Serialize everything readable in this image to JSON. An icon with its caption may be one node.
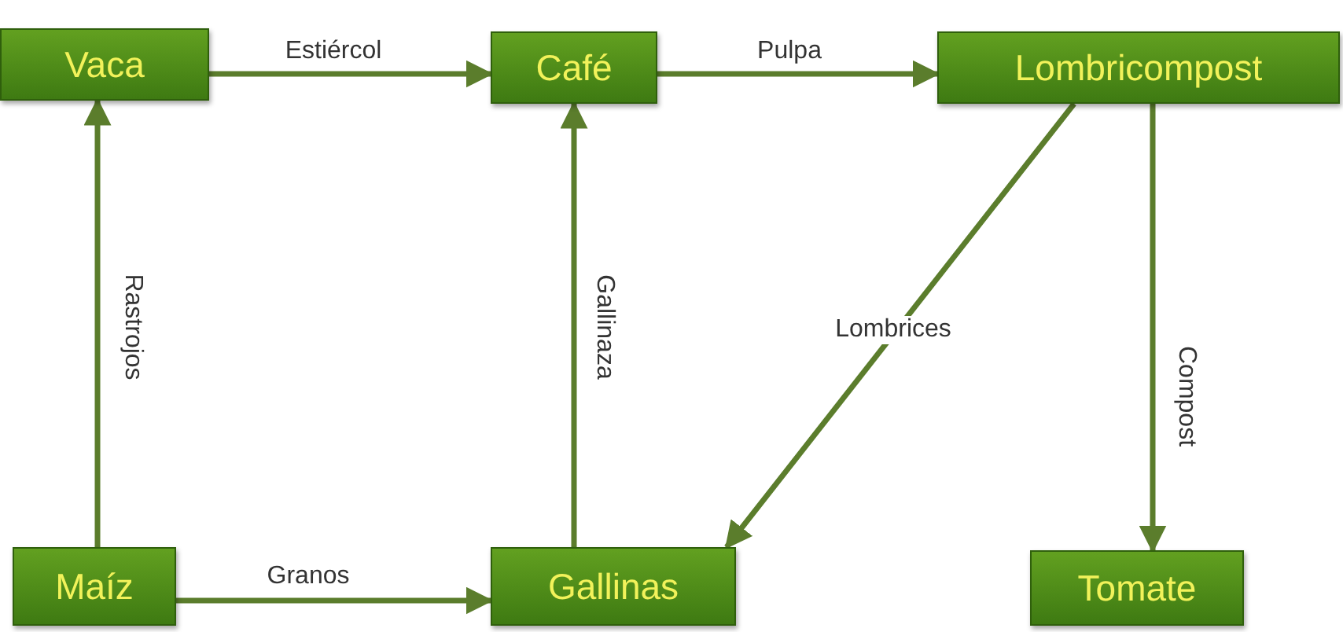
{
  "diagram": {
    "nodes": [
      {
        "text": [
          "Vaca"
        ]
      },
      {
        "text": [
          "Café"
        ]
      },
      {
        "text": [
          "Lombricompost"
        ]
      },
      {
        "text": [
          "Maíz"
        ]
      },
      {
        "text": [
          "Gallinas"
        ]
      },
      {
        "text": [
          "Tomate"
        ]
      }
    ],
    "edges": [
      {
        "from": 0,
        "to": 1,
        "arrow": "to",
        "label": "Estiércol"
      },
      {
        "from": 1,
        "to": 2,
        "arrow": "to",
        "label": "Pulpa"
      },
      {
        "from": 3,
        "to": 0,
        "arrow": "to",
        "label": "Rastrojos"
      },
      {
        "from": 4,
        "to": 1,
        "arrow": "to",
        "label": "Gallinaza"
      },
      {
        "from": 2,
        "to": 4,
        "arrow": "to",
        "label": "Lombrices"
      },
      {
        "from": 2,
        "to": 5,
        "arrow": "to",
        "label": "Compost"
      },
      {
        "from": 3,
        "to": 4,
        "arrow": "to",
        "label": "Granos"
      }
    ]
  }
}
